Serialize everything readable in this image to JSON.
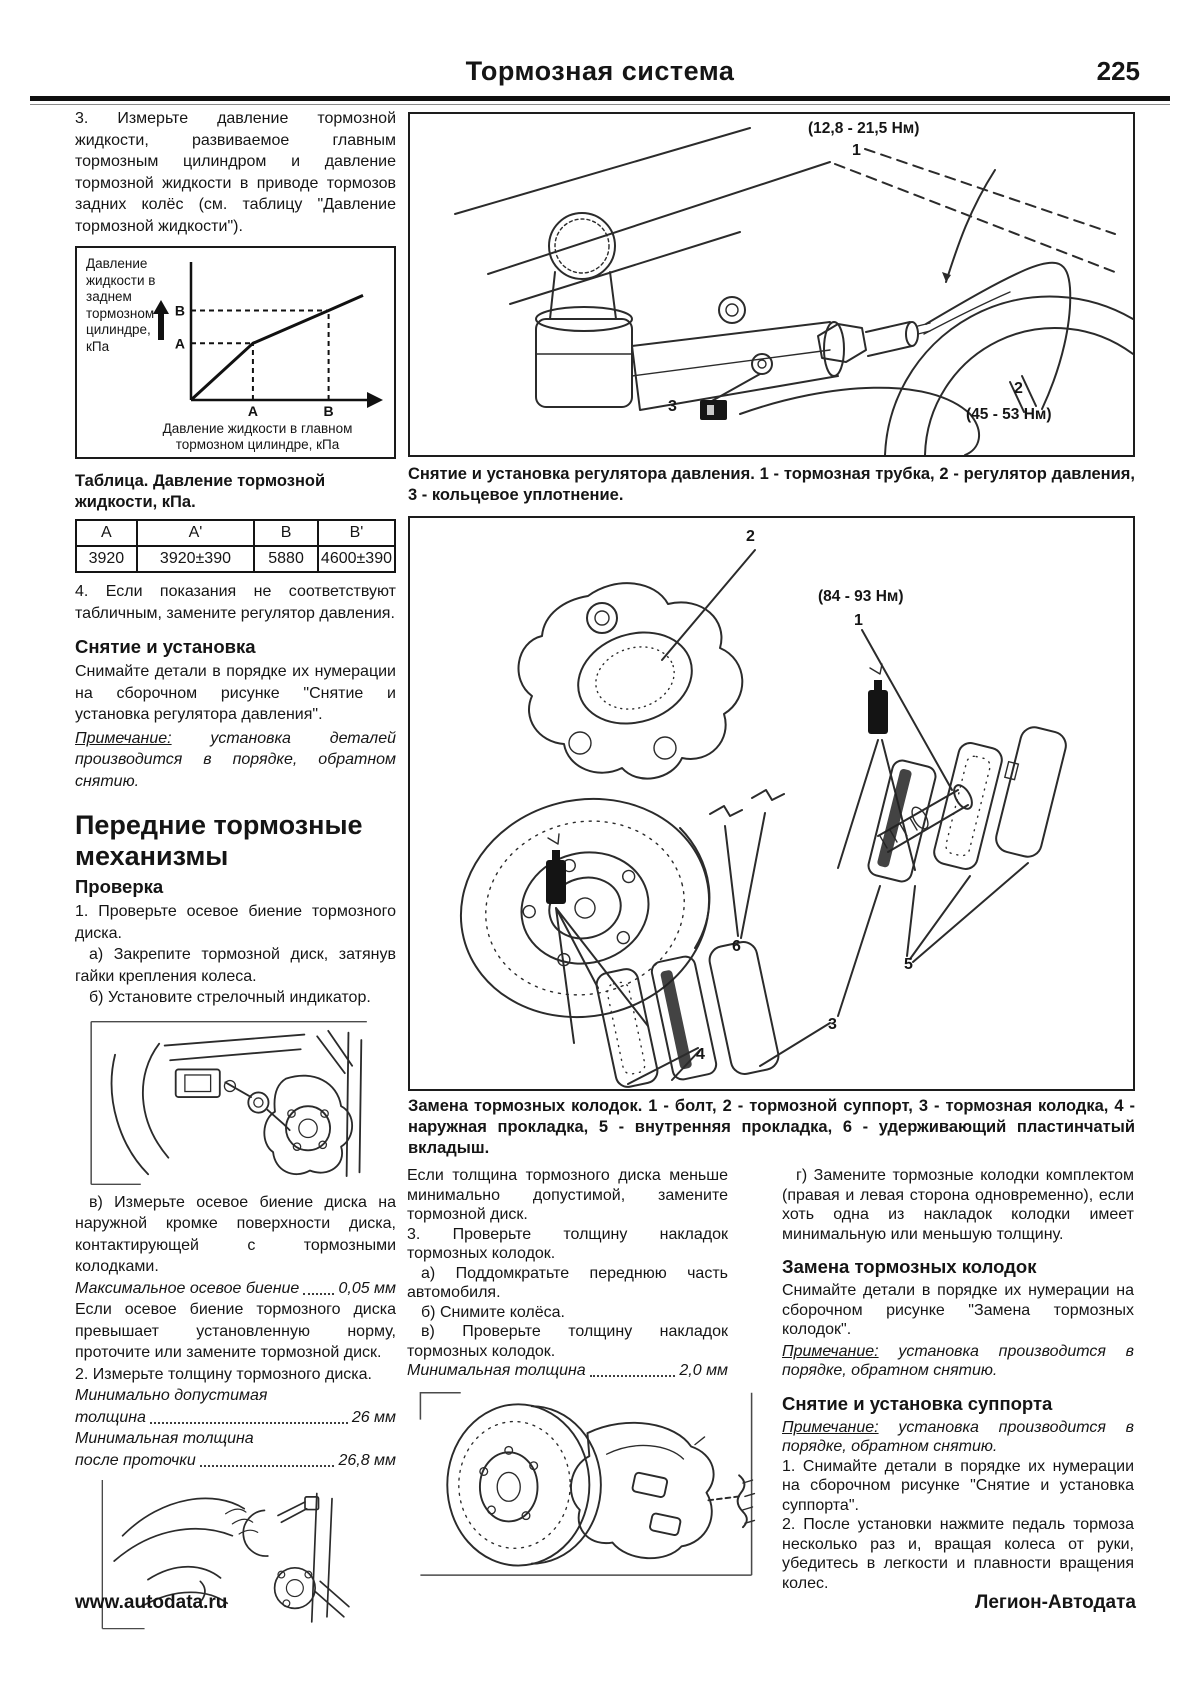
{
  "header": {
    "title": "Тормозная система",
    "page_number": "225"
  },
  "chart_data": {
    "type": "line",
    "title": "",
    "ylabel": "Давление жидкости в заднем тормозном цилиндре, кПа",
    "xlabel": "Давление жидкости в главном тормозном цилиндре, кПа",
    "x_ticks": [
      "A",
      "B"
    ],
    "y_ticks": [
      "A",
      "B"
    ],
    "points_norm": [
      [
        0,
        0
      ],
      [
        0.36,
        0.45
      ],
      [
        0.8,
        0.71
      ],
      [
        1.0,
        0.83
      ]
    ],
    "grid": false,
    "legend": []
  },
  "left_column": {
    "p_step3": "3. Измерьте давление тормозной жидкости, развиваемое главным тормозным цилиндром и давление тормозной жидкости в приводе тормозов задних колёс (см. таблицу \"Давление тормозной жидкости\").",
    "table_title": "Таблица. Давление тормозной жидкости, кПа.",
    "table": {
      "headers": [
        "A",
        "A'",
        "B",
        "B'"
      ],
      "row": [
        "3920",
        "3920±390",
        "5880",
        "4600±390"
      ]
    },
    "p_step4": "4. Если показания не соответствуют табличным, замените регулятор давления.",
    "h_removal": "Снятие и установка",
    "p_removal": "Снимайте детали в порядке их нумерации на сборочном рисунке \"Снятие и установка регулятора давления\".",
    "note_label": "Примечание:",
    "note_text": "установка деталей производится в порядке, обратном снятию.",
    "h_front": "Передние тормозные механизмы",
    "h_check": "Проверка",
    "p_check1": "1. Проверьте осевое биение тормозного диска.",
    "p_check1a": "а) Закрепите тормозной диск, затянув гайки крепления колеса.",
    "p_check1b": "б) Установите стрелочный индикатор.",
    "p_check1c": "в) Измерьте осевое биение диска на наружной кромке поверхности диска, контактирующей с тормозными колодками.",
    "spec_runout": {
      "label": "Максимальное осевое биение",
      "value": "0,05 мм"
    },
    "p_runout": "Если осевое биение тормозного диска превышает установленную норму, проточите или замените тормозной диск.",
    "p_check2": "2. Измерьте толщину тормозного диска.",
    "spec_thickness": {
      "label1": "Минимально допустимая",
      "label2": "толщина",
      "value": "26 мм"
    },
    "spec_after": {
      "label1": "Минимальная толщина",
      "label2": "после проточки",
      "value": "26,8 мм"
    }
  },
  "figures": {
    "fig1": {
      "torque_top": "(12,8 - 21,5 Нм)",
      "torque_bottom": "(45 - 53 Нм)",
      "label_1": "1",
      "label_2": "2",
      "label_3": "3",
      "caption": "Снятие и установка регулятора давления. 1 - тормозная трубка, 2 - регулятор давления, 3 - кольцевое уплотнение."
    },
    "fig2": {
      "torque": "(84 - 93 Нм)",
      "label_1": "1",
      "label_2": "2",
      "label_3": "3",
      "label_4": "4",
      "label_5": "5",
      "label_6": "6",
      "caption": "Замена тормозных колодок. 1 - болт, 2 - тормозной суппорт, 3 - тормозная колодка, 4 - наружная прокладка, 5 - внутренняя прокладка, 6 - удерживающий пластинчатый вкладыш."
    }
  },
  "bottom_middle": {
    "p_disc": "Если толщина тормозного диска меньше минимально допустимой, замените тормозной диск.",
    "p3": "3. Проверьте толщину накладок тормозных колодок.",
    "p3a": "а) Поддомкратьте переднюю часть автомобиля.",
    "p3b": "б) Снимите колёса.",
    "p3c": "в) Проверьте толщину накладок тормозных колодок.",
    "spec_pad": {
      "label": "Минимальная толщина",
      "value": "2,0 мм"
    }
  },
  "bottom_right": {
    "p_g": "г) Замените тормозные колодки комплектом (правая и левая сторона одновременно), если хоть одна из накладок колодки имеет минимальную или меньшую толщину.",
    "h_replace": "Замена тормозных колодок",
    "p_replace": "Снимайте детали в порядке их нумерации на сборочном рисунке \"Замена тормозных колодок\".",
    "note1_label": "Примечание:",
    "note1_text": "установка производится в порядке, обратном снятию.",
    "h_caliper": "Снятие и установка суппорта",
    "note2_label": "Примечание:",
    "note2_text": "установка производится в порядке, обратном снятию.",
    "p1": "1. Снимайте детали в порядке их нумерации на сборочном рисунке \"Снятие и установка суппорта\".",
    "p2": "2. После установки нажмите педаль тормоза несколько раз и, вращая колеса от руки, убедитесь в легкости и плавности вращения колес."
  },
  "footer": {
    "left": "www.autodata.ru",
    "right": "Легион-Автодата"
  }
}
